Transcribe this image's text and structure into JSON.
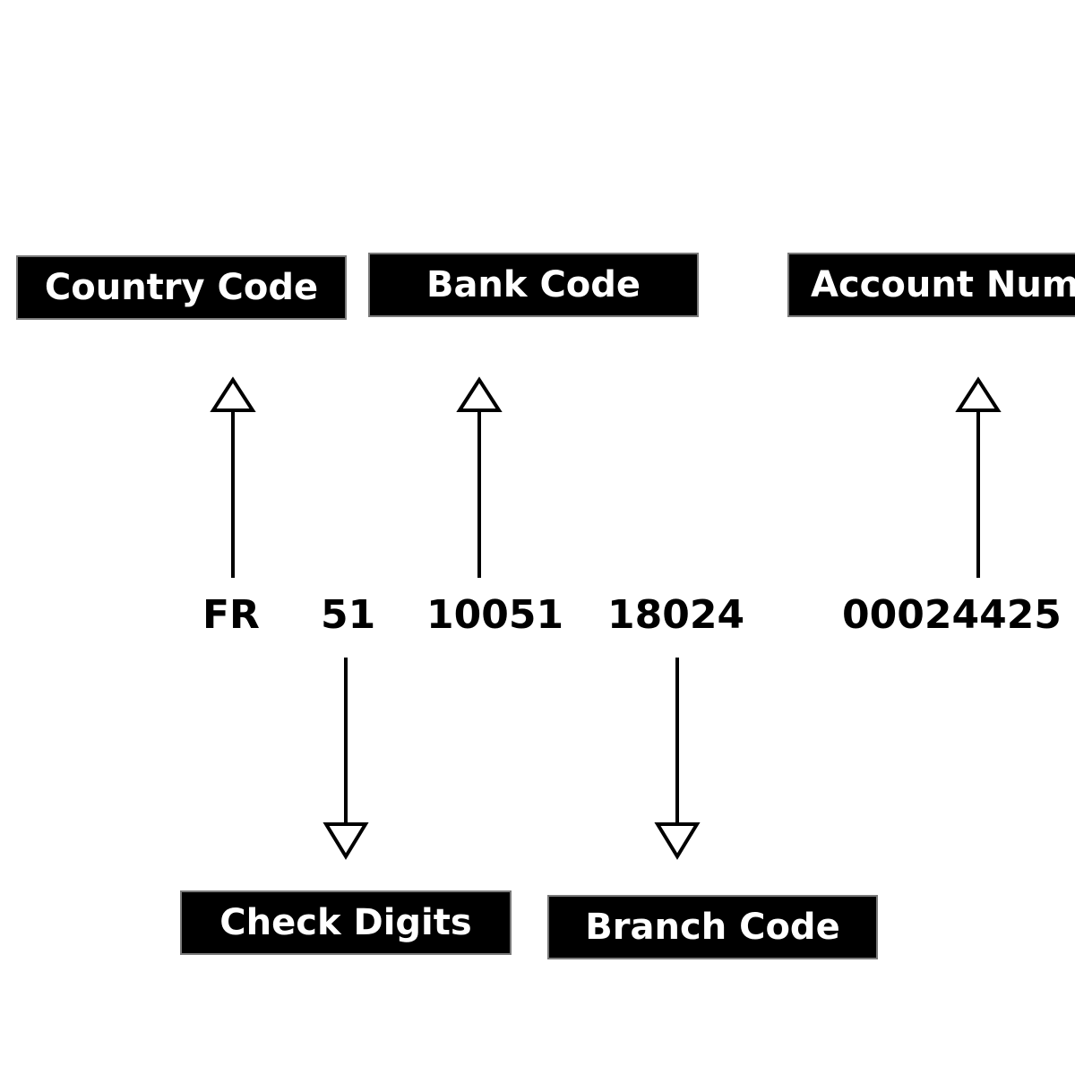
{
  "labels": {
    "country_code": "Country Code",
    "bank_code": "Bank Code",
    "account_number": "Account Num",
    "check_digits": "Check Digits",
    "branch_code": "Branch Code"
  },
  "iban_parts": {
    "country": "FR",
    "check": "51",
    "bank": "10051",
    "branch": "18024",
    "account": "00024425"
  },
  "colors": {
    "box_fill": "#000000",
    "box_border": "#7a7a7a",
    "text": "#000000",
    "box_text": "#ffffff"
  }
}
